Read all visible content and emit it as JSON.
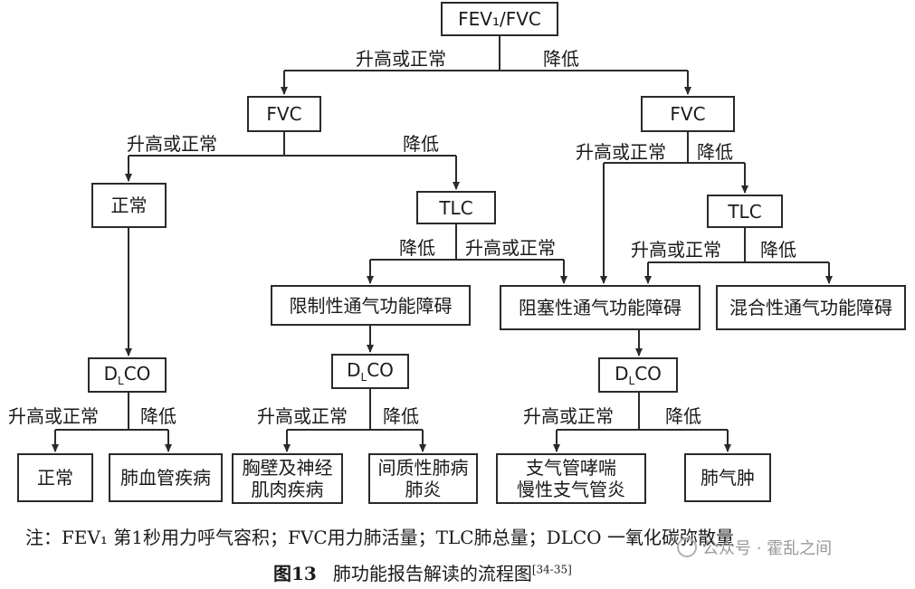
{
  "nodes": {
    "root": "FEV₁/FVC",
    "fvc_left": "FVC",
    "fvc_right": "FVC",
    "normal_top": "正常",
    "tlc_left": "TLC",
    "tlc_right": "TLC",
    "restrictive": "限制性通气功能障碍",
    "obstructive": "阻塞性通气功能障碍",
    "mixed": "混合性通气功能障碍",
    "dlco_left": "DLCO",
    "dlco_mid": "DLCO",
    "dlco_right": "DLCO",
    "normal_bottom": "正常",
    "pulm_vascular": "肺血管疾病",
    "chest_wall_1": "胸壁及神经",
    "chest_wall_2": "肌肉疾病",
    "interstitial_1": "间质性肺病",
    "interstitial_2": "肺炎",
    "asthma_1": "支气管哮喘",
    "asthma_2": "慢性支气管炎",
    "emphysema": "肺气肿"
  },
  "edge_labels": {
    "up_normal": "升高或正常",
    "down": "降低"
  },
  "note": "注：FEV₁ 第1秒用力呼气容积；FVC用力肺活量；TLC肺总量；DLCO 一氧化碳弥散量",
  "caption": {
    "figure": "图13",
    "title": "肺功能报告解读的流程图",
    "ref": "[34-35]"
  },
  "watermark": "公众号 · 霍乱之间"
}
